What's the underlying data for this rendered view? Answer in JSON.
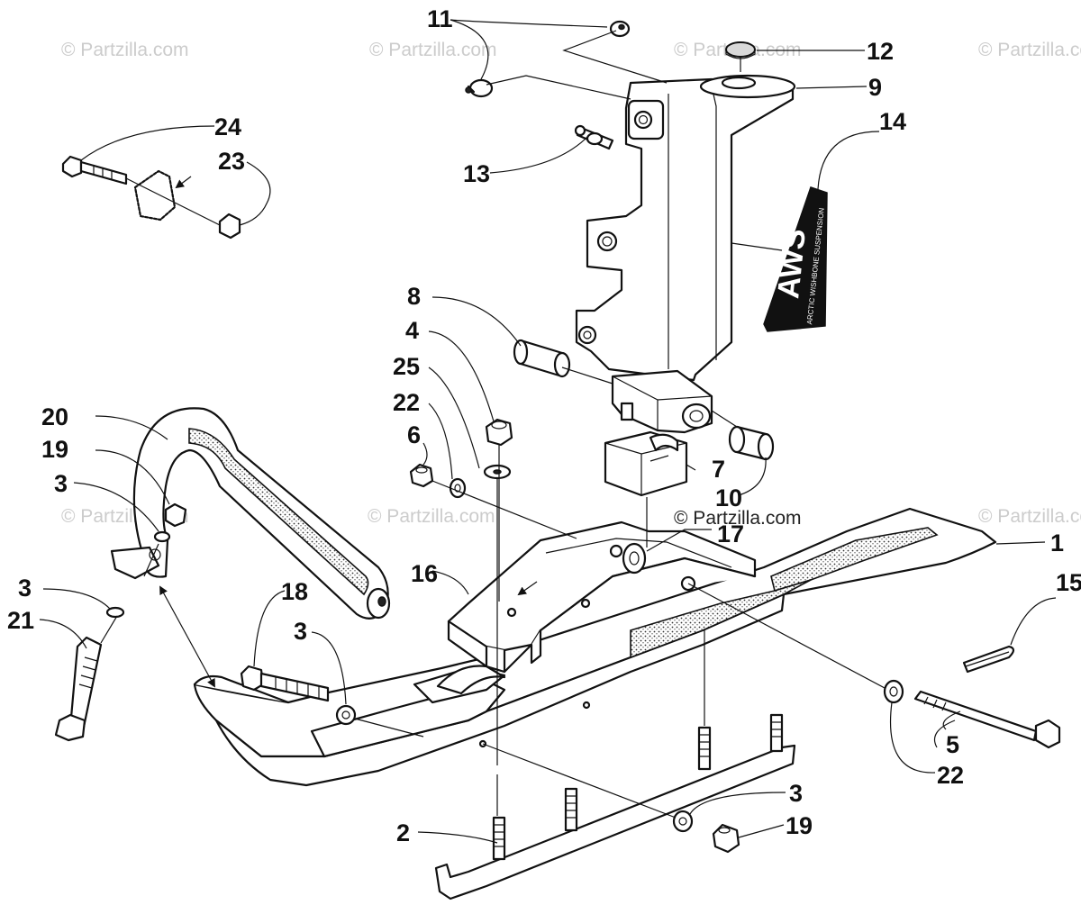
{
  "watermark": "© Partzilla.com",
  "decal_text": {
    "logo": "AWS",
    "sub": "ARCTIC WISHBONE SUSPENSION"
  },
  "callouts": [
    {
      "id": "c1",
      "label": "1"
    },
    {
      "id": "c2",
      "label": "2"
    },
    {
      "id": "c3a",
      "label": "3"
    },
    {
      "id": "c3b",
      "label": "3"
    },
    {
      "id": "c3c",
      "label": "3"
    },
    {
      "id": "c3d",
      "label": "3"
    },
    {
      "id": "c4",
      "label": "4"
    },
    {
      "id": "c5",
      "label": "5"
    },
    {
      "id": "c6",
      "label": "6"
    },
    {
      "id": "c7",
      "label": "7"
    },
    {
      "id": "c8",
      "label": "8"
    },
    {
      "id": "c9",
      "label": "9"
    },
    {
      "id": "c10",
      "label": "10"
    },
    {
      "id": "c11",
      "label": "11"
    },
    {
      "id": "c12",
      "label": "12"
    },
    {
      "id": "c13",
      "label": "13"
    },
    {
      "id": "c14",
      "label": "14"
    },
    {
      "id": "c15",
      "label": "15"
    },
    {
      "id": "c16",
      "label": "16"
    },
    {
      "id": "c17",
      "label": "17"
    },
    {
      "id": "c18",
      "label": "18"
    },
    {
      "id": "c19a",
      "label": "19"
    },
    {
      "id": "c19b",
      "label": "19"
    },
    {
      "id": "c20",
      "label": "20"
    },
    {
      "id": "c21",
      "label": "21"
    },
    {
      "id": "c22a",
      "label": "22"
    },
    {
      "id": "c22b",
      "label": "22"
    },
    {
      "id": "c23",
      "label": "23"
    },
    {
      "id": "c24",
      "label": "24"
    },
    {
      "id": "c25",
      "label": "25"
    }
  ]
}
